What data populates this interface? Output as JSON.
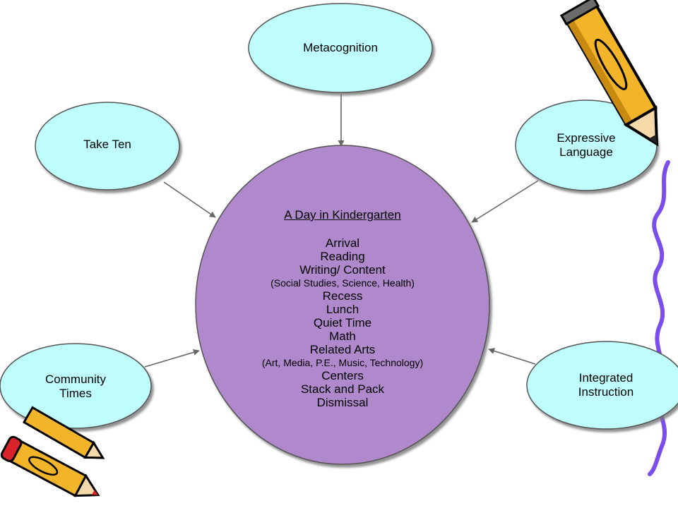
{
  "colors": {
    "center_fill": "#B088CC",
    "satellite_fill": "#BFFDFD",
    "outline": "#555555",
    "arrow": "#666666",
    "pencil_yellow": "#F2B52A",
    "pencil_red": "#D8252C",
    "squiggle": "#7B4DEB"
  },
  "center": {
    "title": "A Day in Kindergarten",
    "items": [
      {
        "text": "Arrival",
        "size": "big"
      },
      {
        "text": "Reading",
        "size": "big"
      },
      {
        "text": "Writing/ Content",
        "size": "big"
      },
      {
        "text": "(Social Studies, Science, Health)",
        "size": "small"
      },
      {
        "text": "Recess",
        "size": "big"
      },
      {
        "text": "Lunch",
        "size": "big"
      },
      {
        "text": "Quiet Time",
        "size": "big"
      },
      {
        "text": "Math",
        "size": "big"
      },
      {
        "text": "Related Arts",
        "size": "big"
      },
      {
        "text": "(Art, Media, P.E., Music, Technology)",
        "size": "small"
      },
      {
        "text": "Centers",
        "size": "big"
      },
      {
        "text": "Stack and Pack",
        "size": "big"
      },
      {
        "text": "Dismissal",
        "size": "big"
      }
    ]
  },
  "satellites": {
    "metacognition": {
      "lines": [
        "Metacognition"
      ]
    },
    "take_ten": {
      "lines": [
        "Take Ten"
      ]
    },
    "expressive": {
      "lines": [
        "Expressive",
        "Language"
      ]
    },
    "community": {
      "lines": [
        "Community",
        "Times"
      ]
    },
    "integrated": {
      "lines": [
        "Integrated",
        "Instruction"
      ]
    }
  },
  "decorations": [
    "pencil-clipart-top-right",
    "pencils-clipart-bottom-left",
    "purple-squiggle-line"
  ]
}
